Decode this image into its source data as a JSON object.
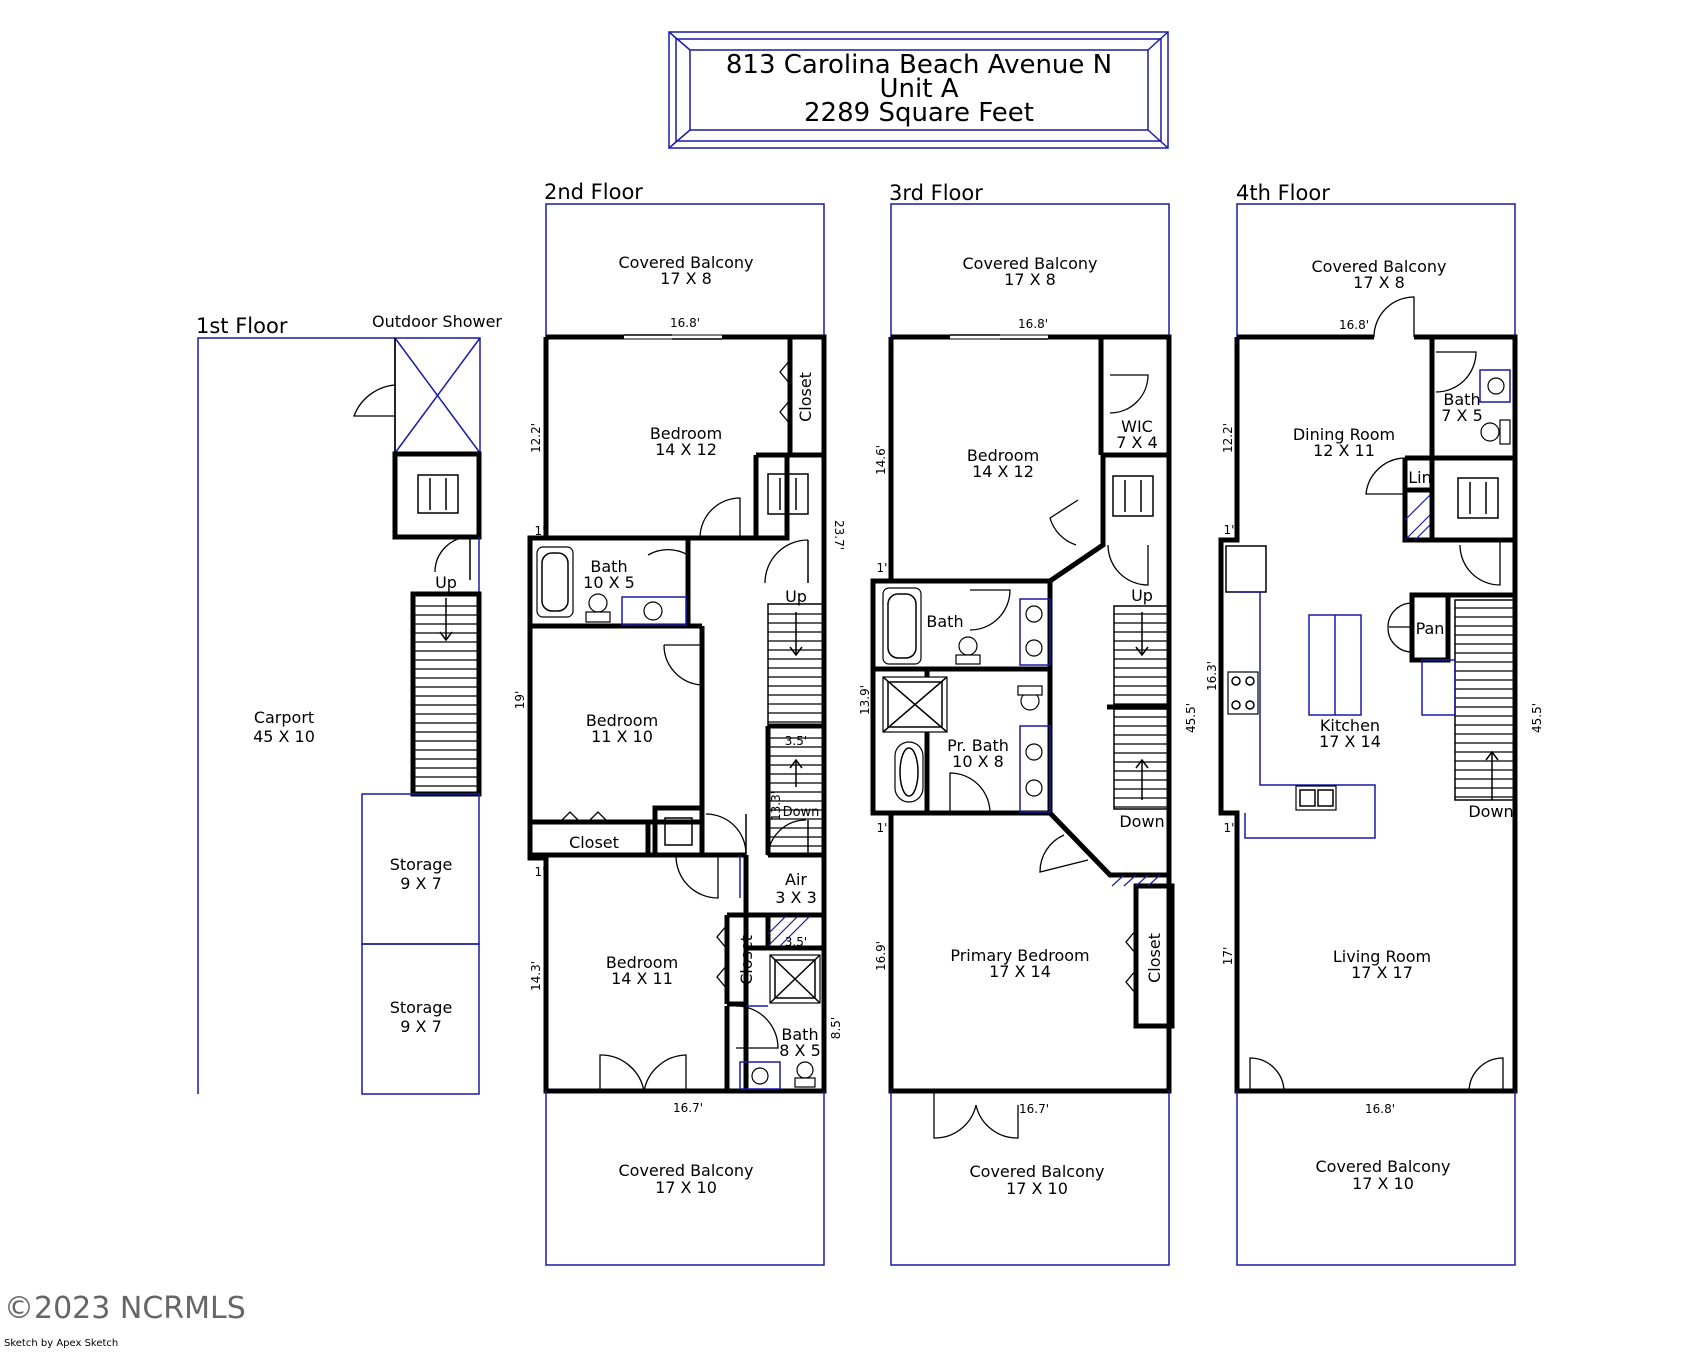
{
  "title": {
    "line1": "813 Carolina Beach Avenue N",
    "line2": "Unit A",
    "line3": "2289 Square Feet"
  },
  "floors": {
    "first": {
      "label": "1st Floor",
      "outdoor_shower": "Outdoor Shower",
      "carport": {
        "name": "Carport",
        "size": "45 X 10"
      },
      "storage1": {
        "name": "Storage",
        "size": "9 X 7"
      },
      "storage2": {
        "name": "Storage",
        "size": "9 X 7"
      },
      "stairs_up": "Up"
    },
    "second": {
      "label": "2nd Floor",
      "balcony_top": {
        "name": "Covered Balcony",
        "size": "17 X 8"
      },
      "bedroom_a": {
        "name": "Bedroom",
        "size": "14 X 12"
      },
      "closet_v": "Closet",
      "bath_a": {
        "name": "Bath",
        "size": "10 X 5"
      },
      "bedroom_b": {
        "name": "Bedroom",
        "size": "11 X 10"
      },
      "closet_h": "Closet",
      "air": {
        "name": "Air",
        "size": "3 X 3"
      },
      "bedroom_c": {
        "name": "Bedroom",
        "size": "14 X 11"
      },
      "closet_c": "Closet",
      "bath_b": {
        "name": "Bath",
        "size": "8 X 5"
      },
      "balcony_bottom": {
        "name": "Covered Balcony",
        "size": "17 X 10"
      },
      "up": "Up",
      "down": "Down",
      "dims": {
        "top": "16.8'",
        "bottom": "16.7'",
        "left_a": "12.2'",
        "left_b": "19'",
        "left_c": "14.3'",
        "right_a": "23.7'",
        "right_b": "8.5'",
        "one_a": "1'",
        "one_b": "1'",
        "w35_a": "3.5'",
        "w35_b": "3.5'",
        "h133": "13.3'"
      }
    },
    "third": {
      "label": "3rd Floor",
      "balcony_top": {
        "name": "Covered Balcony",
        "size": "17 X 8"
      },
      "bedroom": {
        "name": "Bedroom",
        "size": "14 X 12"
      },
      "wic": {
        "name": "WIC",
        "size": "7 X 4"
      },
      "bath": "Bath",
      "pr_bath": {
        "name": "Pr. Bath",
        "size": "10 X 8"
      },
      "primary": {
        "name": "Primary Bedroom",
        "size": "17 X 14"
      },
      "closet": "Closet",
      "balcony_bottom": {
        "name": "Covered Balcony",
        "size": "17 X 10"
      },
      "up": "Up",
      "down": "Down",
      "dims": {
        "top": "16.8'",
        "bottom": "16.7'",
        "left_a": "14.6'",
        "left_b": "13.9'",
        "left_c": "16.9'",
        "right": "45.5'",
        "one_a": "1'",
        "one_b": "1'"
      }
    },
    "fourth": {
      "label": "4th Floor",
      "balcony_top": {
        "name": "Covered Balcony",
        "size": "17 X 8"
      },
      "dining": {
        "name": "Dining Room",
        "size": "12 X 11"
      },
      "bath": {
        "name": "Bath",
        "size": "7 X 5"
      },
      "lin": "Lin",
      "pan": "Pan",
      "kitchen": {
        "name": "Kitchen",
        "size": "17 X 14"
      },
      "living": {
        "name": "Living Room",
        "size": "17 X 17"
      },
      "balcony_bottom": {
        "name": "Covered Balcony",
        "size": "17 X 10"
      },
      "down": "Down",
      "dims": {
        "top": "16.8'",
        "bottom": "16.8'",
        "left_a": "12.2'",
        "left_b": "16.3'",
        "left_c": "17'",
        "right": "45.5'",
        "one_a": "1'",
        "one_b": "1'"
      }
    }
  },
  "copyright": "©2023 NCRMLS",
  "credit": "Sketch by Apex Sketch"
}
